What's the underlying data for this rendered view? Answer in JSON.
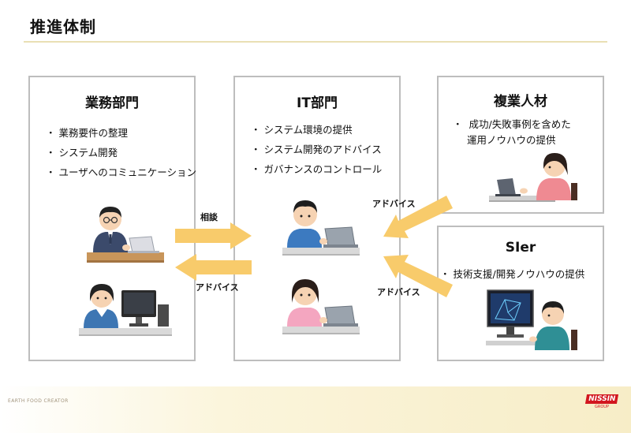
{
  "title": "推進体制",
  "business": {
    "title": "業務部門",
    "items": [
      "業務要件の整理",
      "システム開発",
      "ユーザへのコミュニケーション"
    ]
  },
  "it": {
    "title": "IT部門",
    "items": [
      "システム環境の提供",
      "システム開発のアドバイス",
      "ガバナンスのコントロール"
    ]
  },
  "side_job": {
    "title": "複業人材",
    "item_line1": "成功/失敗事例を含めた",
    "item_line2": "運用ノウハウの提供"
  },
  "sier": {
    "title": "SIer",
    "items": [
      "技術支援/開発ノウハウの提供"
    ]
  },
  "arrows": {
    "consult": "相談",
    "advice_to_business": "アドバイス",
    "advice_from_side_job": "アドバイス",
    "advice_from_sier": "アドバイス"
  },
  "colors": {
    "arrow": "#f8cb6b",
    "border": "#bdbdbd",
    "accent_rule": "#e9dfb4"
  },
  "footer": {
    "tagline": "EARTH FOOD CREATOR"
  },
  "logo": {
    "main": "NISSIN",
    "sub": "GROUP"
  }
}
